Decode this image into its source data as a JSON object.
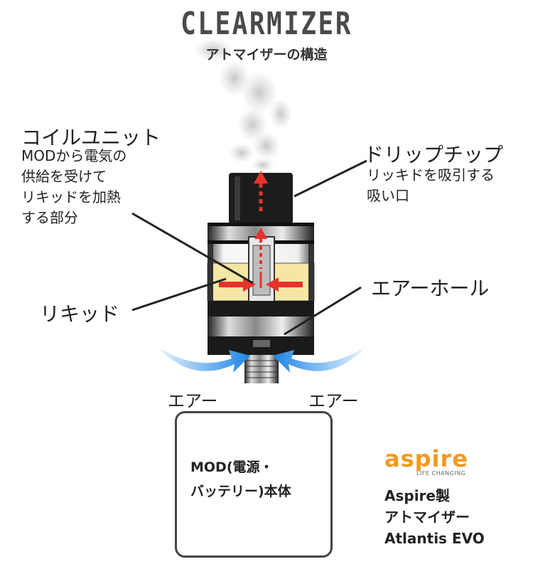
{
  "header": {
    "title": "CLEARMIZER",
    "subtitle": "アトマイザーの構造"
  },
  "callouts": {
    "coil_title": "コイルユニット",
    "coil_desc": "MODから電気の\n供給を受けて\nリキッドを加熱\nする部分",
    "drip_title": "ドリップチップ",
    "drip_desc": "リッキドを吸引する\n吸い口",
    "liquid": "リキッド",
    "airhole": "エアーホール",
    "air_left": "エアー",
    "air_right": "エアー"
  },
  "mod": {
    "label": "MOD(電源・\nバッテリー)本体"
  },
  "brand": {
    "logo": "aspire",
    "tagline": "LIFE CHANGING",
    "name": "Aspire製\nアトマイザー\nAtlantis EVO"
  },
  "colors": {
    "accent_red": "#e8332a",
    "air_blue": "#2d8fe6",
    "liquid": "#f5e6a6",
    "brand_orange": "#f39a1e"
  }
}
